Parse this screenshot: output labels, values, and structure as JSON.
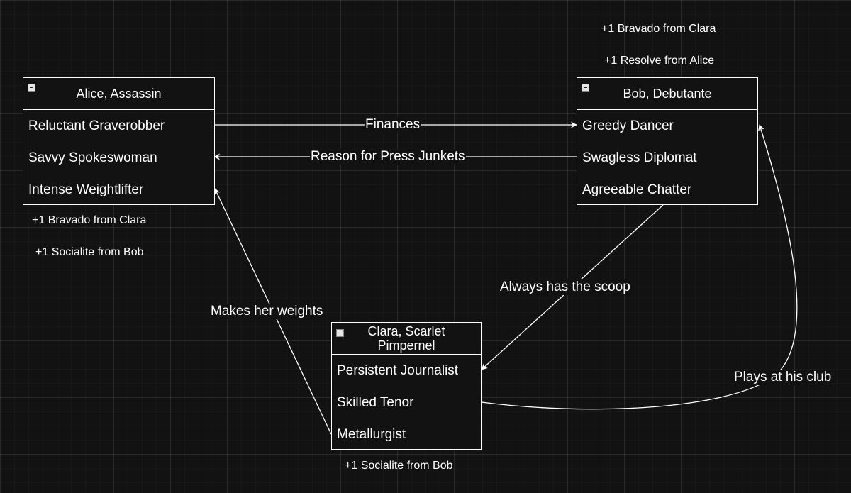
{
  "entities": {
    "alice": {
      "title": "Alice, Assassin",
      "rows": [
        "Reluctant Graverobber",
        "Savvy Spokeswoman",
        "Intense Weightlifter"
      ],
      "notes": [
        "+1 Bravado from Clara",
        "+1 Socialite from Bob"
      ]
    },
    "bob": {
      "title": "Bob, Debutante",
      "rows": [
        "Greedy Dancer",
        "Swagless Diplomat",
        "Agreeable Chatter"
      ],
      "notes": [
        "+1 Bravado from Clara",
        "+1 Resolve from Alice"
      ]
    },
    "clara": {
      "title_line1": "Clara, Scarlet",
      "title_line2": "Pimpernel",
      "rows": [
        "Persistent Journalist",
        "Skilled Tenor",
        "Metallurgist"
      ],
      "notes": [
        "+1 Socialite from Bob"
      ]
    }
  },
  "edges": [
    {
      "id": "finances",
      "label": "Finances"
    },
    {
      "id": "press",
      "label": "Reason for Press Junkets"
    },
    {
      "id": "scoop",
      "label": "Always has the scoop"
    },
    {
      "id": "weights",
      "label": "Makes her weights"
    },
    {
      "id": "club",
      "label": "Plays at his club"
    }
  ],
  "colors": {
    "background": "#121212",
    "stroke": "#ffffff",
    "text": "#ffffff"
  }
}
